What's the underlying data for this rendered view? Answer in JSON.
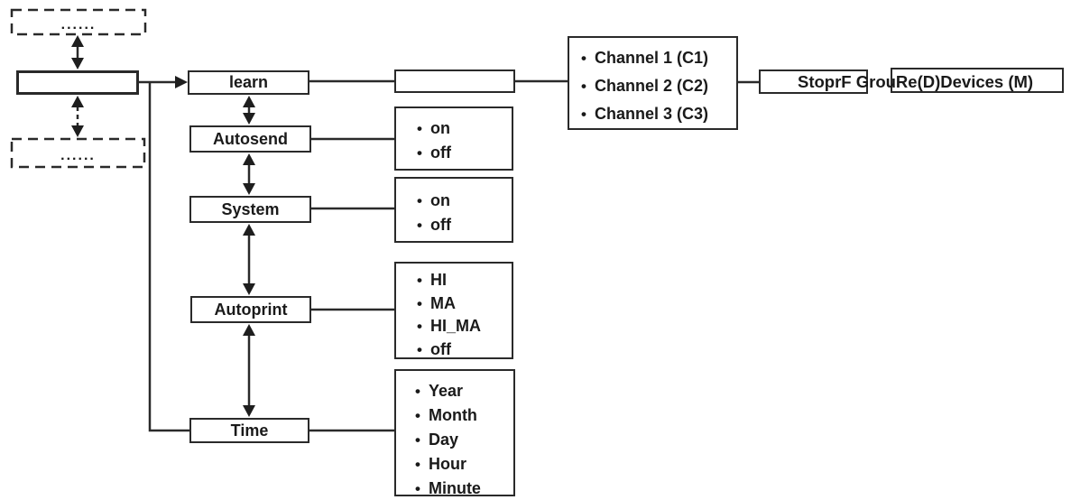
{
  "diagram": {
    "placeholder_dots": "......",
    "bullet": "•",
    "menu_items": {
      "learn": "learn",
      "autosend": "Autosend",
      "system": "System",
      "autoprint": "Autoprint",
      "time": "Time"
    },
    "learn_channels": [
      "Channel 1 (C1)",
      "Channel 2 (C2)",
      "Channel 3 (C3)"
    ],
    "autosend_options": [
      "on",
      "off"
    ],
    "system_options": [
      "on",
      "off"
    ],
    "autoprint_options": [
      "HI",
      "MA",
      "HI_MA",
      "off"
    ],
    "time_options": [
      "Year",
      "Month",
      "Day",
      "Hour",
      "Minute"
    ],
    "overlap_text": "StoprF GrouRe(D)Devices (M)"
  },
  "colors": {
    "line": "#2a2a2a",
    "arrowhead": "#1e1e1e",
    "text": "#1a1a1a",
    "background": "#ffffff"
  }
}
